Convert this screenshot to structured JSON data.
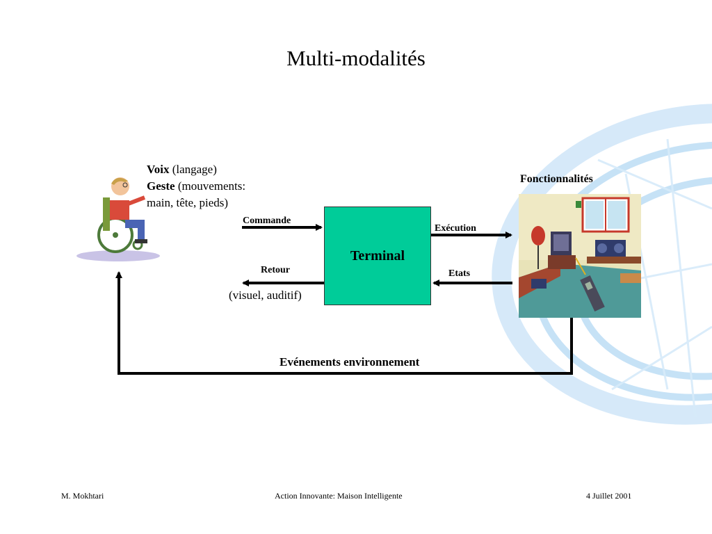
{
  "slide": {
    "title": "Multi-modalités",
    "input_modalities": {
      "voix_bold": "Voix",
      "voix_rest": " (langage)",
      "geste_bold": "Geste",
      "geste_rest": " (mouvements:",
      "geste_line2": "main, tête, pieds)"
    },
    "arrows": {
      "commande": "Commande",
      "retour": "Retour",
      "execution": "Exécution",
      "etats": "Etats"
    },
    "feedback_modes": "(visuel, auditif)",
    "terminal_label": "Terminal",
    "functionalities_label": "Fonctionnalités",
    "environment_events": "Evénements environnement"
  },
  "footer": {
    "author": "M. Mokhtari",
    "project": "Action Innovante: Maison Intelligente",
    "date": "4 Juillet 2001"
  },
  "colors": {
    "terminal_fill": "#00cc99",
    "decor_blue": "#bcdcf4"
  },
  "icons": {
    "user": "wheelchair-user-illustration",
    "home": "living-room-illustration"
  }
}
